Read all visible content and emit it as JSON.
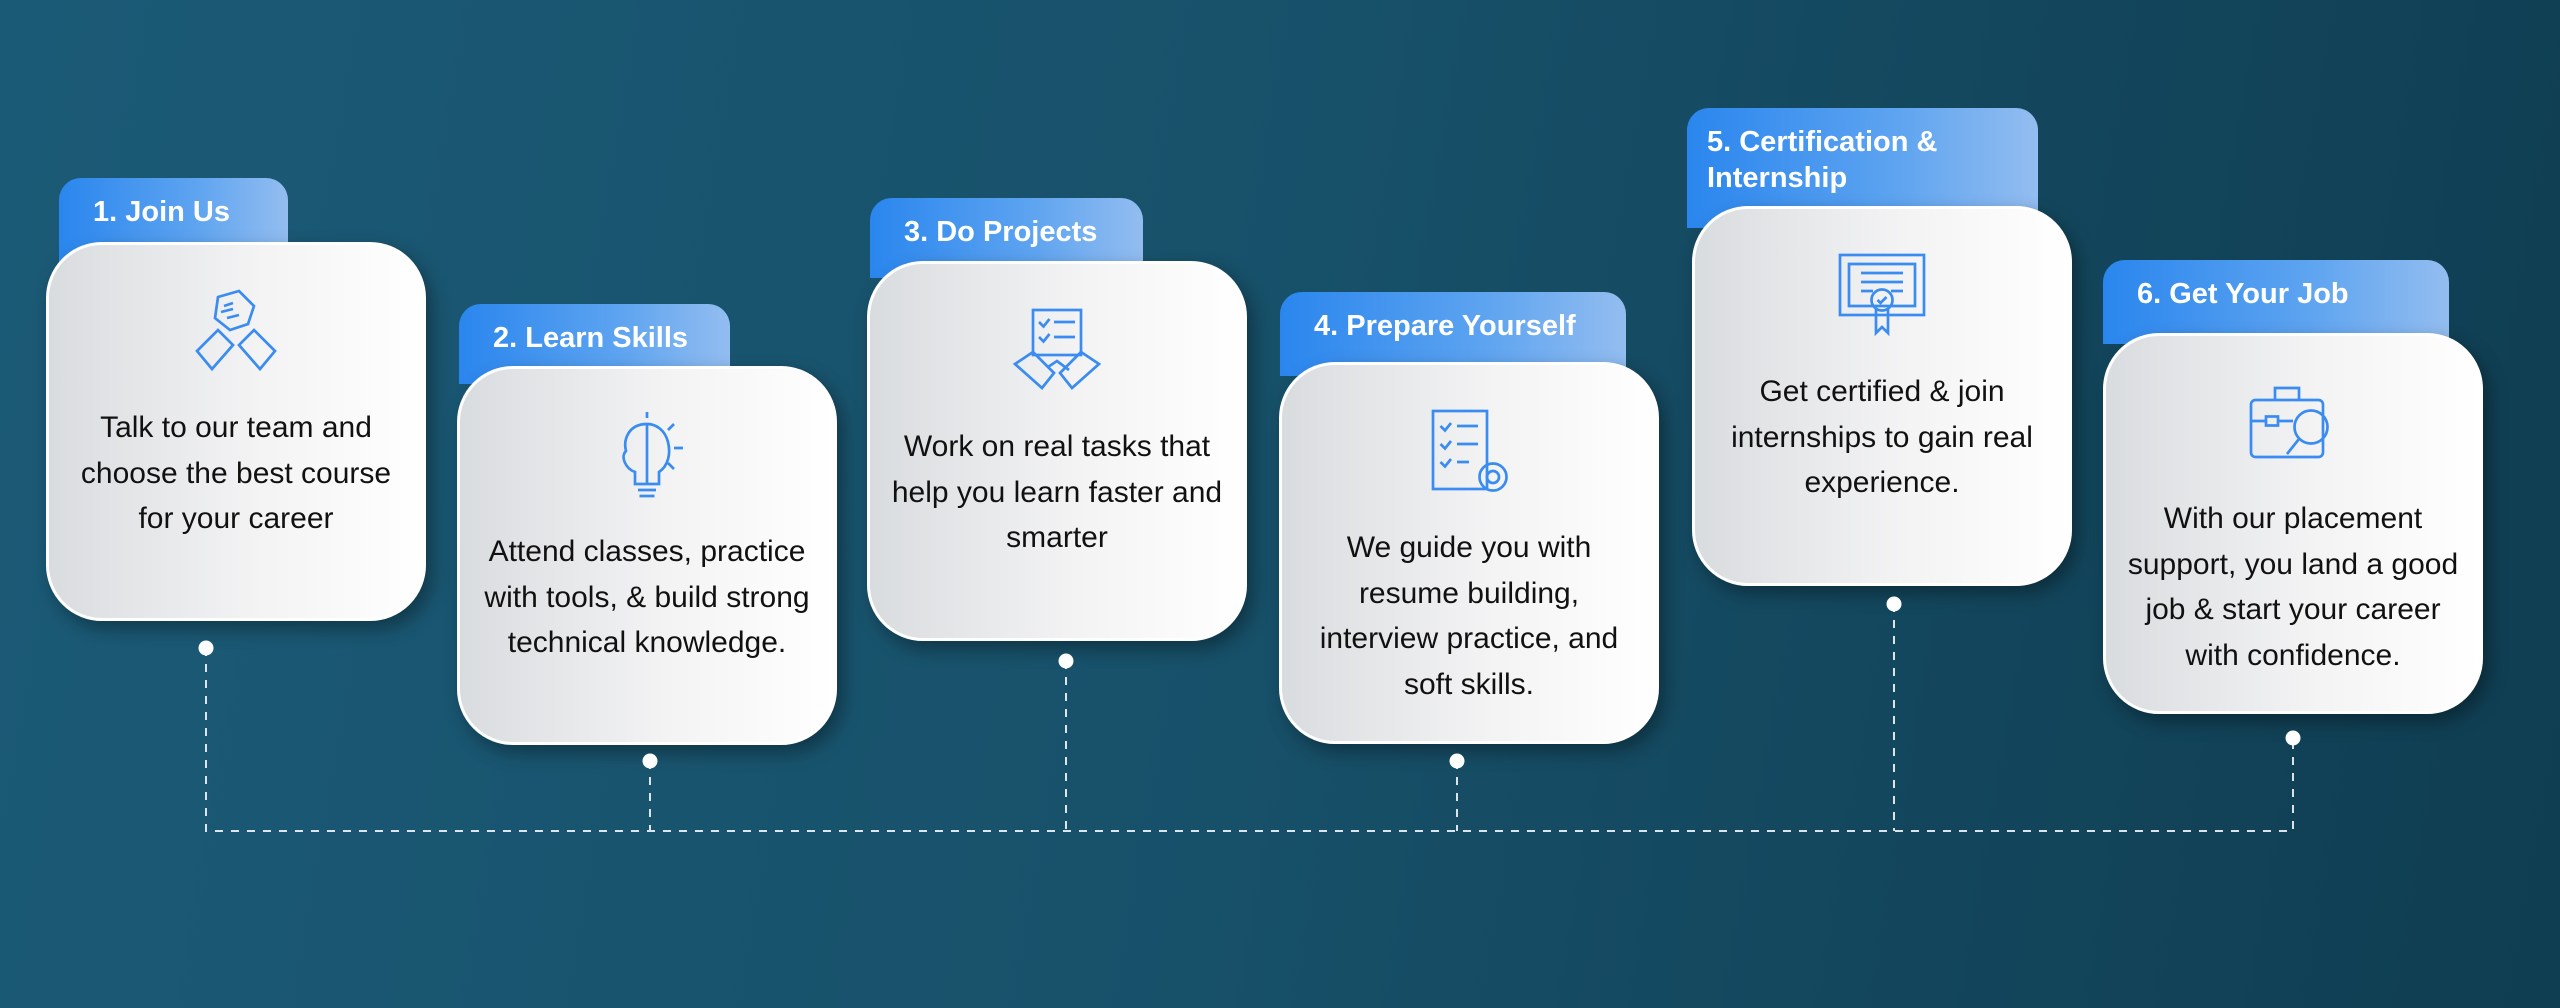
{
  "steps": [
    {
      "title": "1. Join Us",
      "text": "Talk to our team and choose the best course for your career",
      "icon": "handshake-icon"
    },
    {
      "title": "2. Learn Skills",
      "text": "Attend classes, practice with tools, & build strong technical knowledge.",
      "icon": "lightbulb-brain-icon"
    },
    {
      "title": "3. Do Projects",
      "text": "Work on real tasks that help you learn faster and smarter",
      "icon": "checklist-handshake-icon"
    },
    {
      "title": "4. Prepare Yourself",
      "text": "We guide you with resume building, interview practice, and soft skills.",
      "icon": "checklist-gear-icon"
    },
    {
      "title": "5. Certification & Internship",
      "text": "Get certified & join internships to gain real experience.",
      "icon": "certificate-icon"
    },
    {
      "title": "6. Get Your Job",
      "text": "With our placement support, you land a good job & start your career with confidence.",
      "icon": "briefcase-search-icon"
    }
  ],
  "colors": {
    "accent": "#2a86ee",
    "background": "#175069"
  }
}
